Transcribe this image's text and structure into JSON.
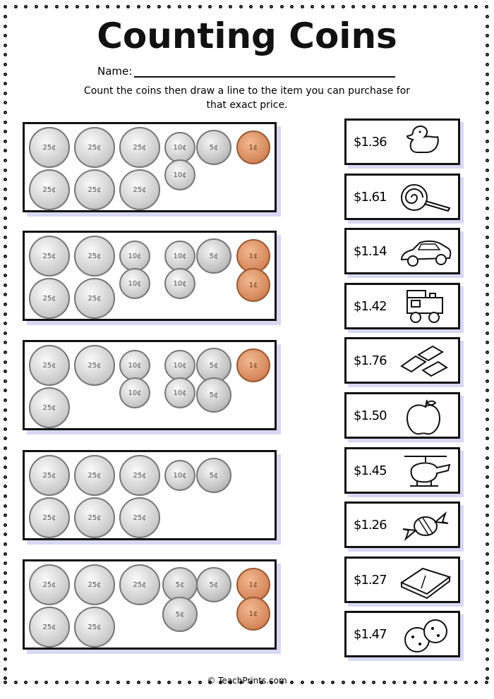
{
  "title": "Counting Coins",
  "name_label": "Name:",
  "instructions": "Count the coins then draw a line to the item you can purchase for that exact price.",
  "coin_groups": [
    {
      "rows": [
        [
          "quarter",
          "quarter",
          "quarter",
          "dime",
          "nickel",
          "penny"
        ],
        [
          null,
          null,
          null,
          "dime",
          null,
          null
        ],
        [
          "quarter",
          "quarter",
          "quarter",
          null,
          null,
          null
        ]
      ]
    },
    {
      "rows": [
        [
          "quarter",
          "quarter",
          "dime",
          "dime",
          "nickel",
          "penny"
        ],
        [
          null,
          null,
          "dime",
          "dime",
          null,
          "penny"
        ],
        [
          "quarter",
          "quarter",
          null,
          null,
          null,
          null
        ]
      ]
    },
    {
      "rows": [
        [
          "quarter",
          "quarter",
          "dime",
          "dime",
          "nickel",
          "penny"
        ],
        [
          null,
          null,
          "dime",
          "dime",
          "nickel",
          null
        ],
        [
          "quarter",
          null,
          null,
          null,
          null,
          null
        ]
      ]
    },
    {
      "rows": [
        [
          "quarter",
          "quarter",
          "quarter",
          "dime",
          "nickel",
          null
        ],
        [
          null,
          null,
          null,
          null,
          null,
          null
        ],
        [
          "quarter",
          "quarter",
          "quarter",
          null,
          null,
          null
        ]
      ]
    },
    {
      "rows": [
        [
          "quarter",
          "quarter",
          "quarter",
          "nickel",
          "nickel",
          "penny"
        ],
        [
          null,
          null,
          null,
          "nickel",
          null,
          "penny"
        ],
        [
          "quarter",
          "quarter",
          null,
          null,
          null,
          null
        ]
      ]
    }
  ],
  "items": [
    {
      "price": "$1.36",
      "icon": "rubber-duck"
    },
    {
      "price": "$1.61",
      "icon": "lollipop"
    },
    {
      "price": "$1.14",
      "icon": "toy-car"
    },
    {
      "price": "$1.42",
      "icon": "toy-train"
    },
    {
      "price": "$1.76",
      "icon": "chocolate"
    },
    {
      "price": "$1.50",
      "icon": "apple"
    },
    {
      "price": "$1.45",
      "icon": "helicopter"
    },
    {
      "price": "$1.26",
      "icon": "candy"
    },
    {
      "price": "$1.27",
      "icon": "book"
    },
    {
      "price": "$1.47",
      "icon": "cookies"
    }
  ],
  "footer": "© TeachPrints.com",
  "colors": {
    "penny": "#d4865a",
    "silver": "#c6c6c6",
    "shadow": "#d8d8f4"
  }
}
